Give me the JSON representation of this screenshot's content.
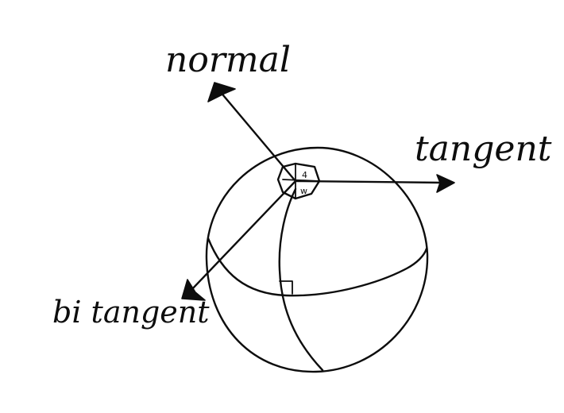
{
  "labels": {
    "normal": "normal",
    "tangent": "tangent",
    "bitangent": "bi tangent"
  },
  "marks": {
    "upper_right": "4",
    "lower": "w"
  },
  "colors": {
    "ink": "#0d0d0d",
    "background": "#ffffff"
  }
}
